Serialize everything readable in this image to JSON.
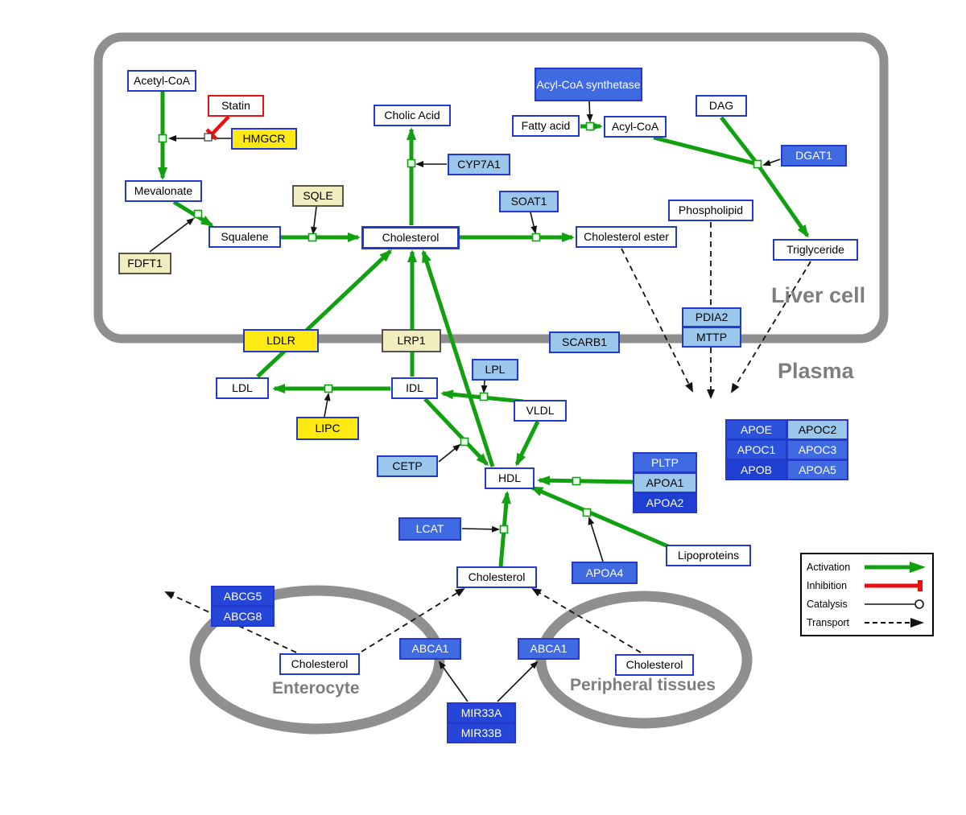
{
  "regions": {
    "liver_cell": "Liver cell",
    "plasma": "Plasma",
    "enterocyte": "Enterocyte",
    "peripheral_tissues": "Peripheral tissues"
  },
  "nodes": {
    "acetyl_coa": "Acetyl-CoA",
    "statin": "Statin",
    "hmgcr": "HMGCR",
    "mevalonate": "Mevalonate",
    "sqle": "SQLE",
    "fdft1": "FDFT1",
    "squalene": "Squalene",
    "cholic_acid": "Cholic Acid",
    "cyp7a1": "CYP7A1",
    "cholesterol_liver": "Cholesterol",
    "soat1": "SOAT1",
    "cholesterol_ester": "Cholesterol ester",
    "acyl_coa_synthetase": "Acyl-CoA synthetase",
    "fatty_acid": "Fatty acid",
    "acyl_coa": "Acyl-CoA",
    "dag": "DAG",
    "dgat1": "DGAT1",
    "phospholipid": "Phospholipid",
    "triglyceride": "Triglyceride",
    "pdia2": "PDIA2",
    "mttp": "MTTP",
    "ldlr": "LDLR",
    "lrp1": "LRP1",
    "scarb1": "SCARB1",
    "ldl": "LDL",
    "idl": "IDL",
    "lipc": "LIPC",
    "lpl": "LPL",
    "vldl": "VLDL",
    "cetp": "CETP",
    "hdl": "HDL",
    "lcat": "LCAT",
    "pltp": "PLTP",
    "apoa1": "APOA1",
    "apoa2": "APOA2",
    "apoa4": "APOA4",
    "lipoproteins": "Lipoproteins",
    "apoe": "APOE",
    "apoc2": "APOC2",
    "apoc1": "APOC1",
    "apoc3": "APOC3",
    "apob": "APOB",
    "apoa5": "APOA5",
    "cholesterol_plasma": "Cholesterol",
    "abcg5": "ABCG5",
    "abcg8": "ABCG8",
    "cholesterol_enterocyte": "Cholesterol",
    "abca1_left": "ABCA1",
    "abca1_right": "ABCA1",
    "cholesterol_peripheral": "Cholesterol",
    "mir33a": "MIR33A",
    "mir33b": "MIR33B"
  },
  "legend": {
    "activation": "Activation",
    "inhibition": "Inhibition",
    "catalysis": "Catalysis",
    "transport": "Transport"
  },
  "colors": {
    "activation": "#10a010",
    "inhibition": "#e81010",
    "metabolite_border": "#2239cc",
    "yellow": "#ffe912",
    "light_blue": "#9cc7ed",
    "medium_blue": "#3f6ae2",
    "dark_blue": "#1e3fd2",
    "membrane_gray": "#8f8f8f"
  }
}
